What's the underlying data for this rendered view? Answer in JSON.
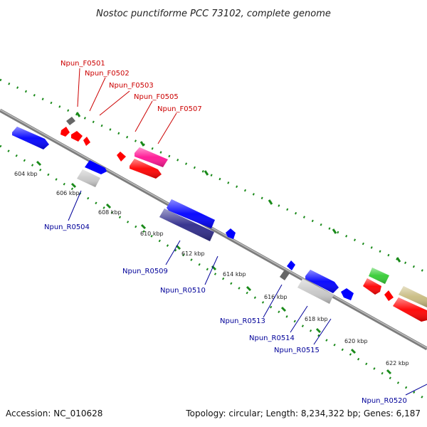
{
  "title": "Nostoc punctiforme PCC 73102, complete genome",
  "footer": {
    "accession": "Accession: NC_010628",
    "summary": "Topology: circular; Length: 8,234,322 bp; Genes: 6,187"
  },
  "kbp_labels": [
    "604 kbp",
    "606 kbp",
    "608 kbp",
    "610 kbp",
    "612 kbp",
    "614 kbp",
    "616 kbp",
    "618 kbp",
    "620 kbp",
    "622 kbp"
  ],
  "forward_labels": [
    "Npun_F0501",
    "Npun_F0502",
    "Npun_F0503",
    "Npun_F0505",
    "Npun_F0507"
  ],
  "reverse_labels": [
    "Npun_R0504",
    "Npun_R0509",
    "Npun_R0510",
    "Npun_R0513",
    "Npun_R0514",
    "Npun_R0515",
    "Npun_R0520"
  ],
  "colors": {
    "forward_label": "#cc0000",
    "reverse_label": "#000099",
    "tick_green": "#1a8a1a",
    "backbone": "#8c8c8c",
    "gene_red": "#ff0000",
    "gene_blue": "#0000ff",
    "gene_gray": "#666666",
    "gene_silver": "#c8c8c8",
    "gene_magenta": "#ff1493",
    "gene_navy": "#2e2a8a",
    "gene_green": "#33cc33",
    "gene_khaki": "#c8bb80"
  }
}
